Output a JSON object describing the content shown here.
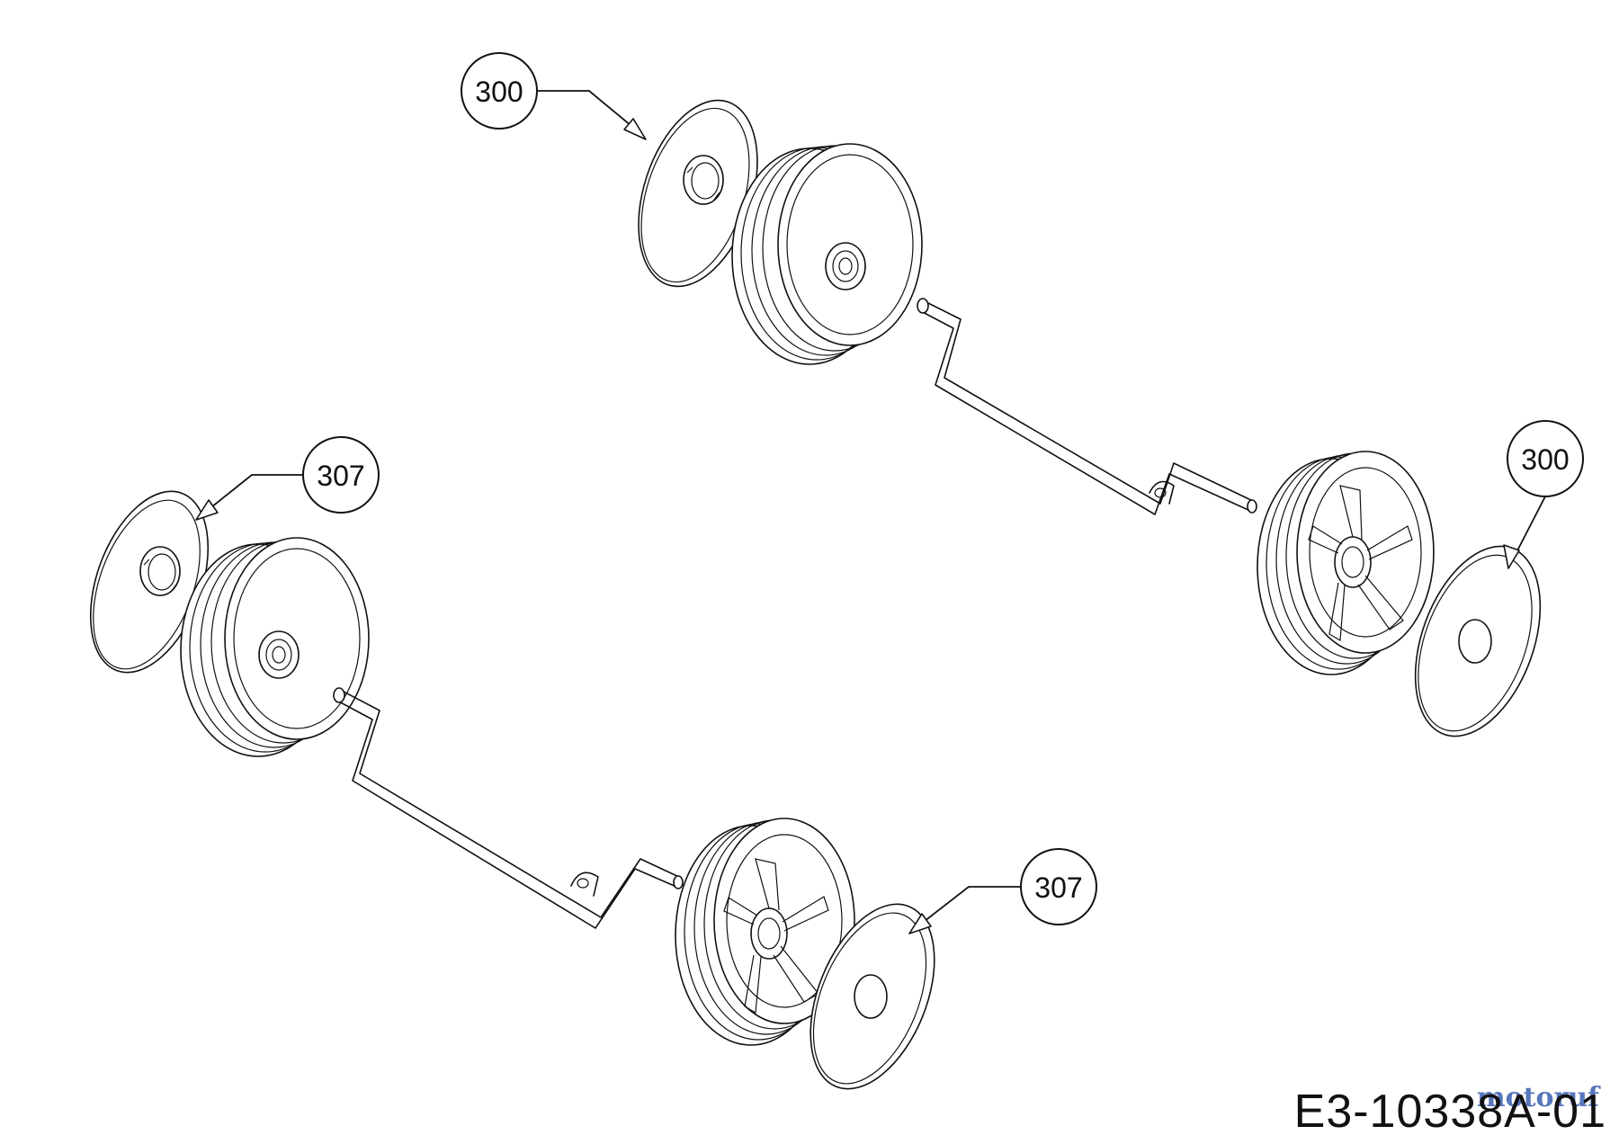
{
  "callouts": {
    "top_left": "300",
    "top_right": "300",
    "mid_left": "307",
    "bottom_mid": "307"
  },
  "drawing_number": "E3-10338A-01",
  "watermark": "motoruf",
  "colors": {
    "line": "#111111",
    "background": "#ffffff",
    "watermark": "#3a5fb0"
  }
}
